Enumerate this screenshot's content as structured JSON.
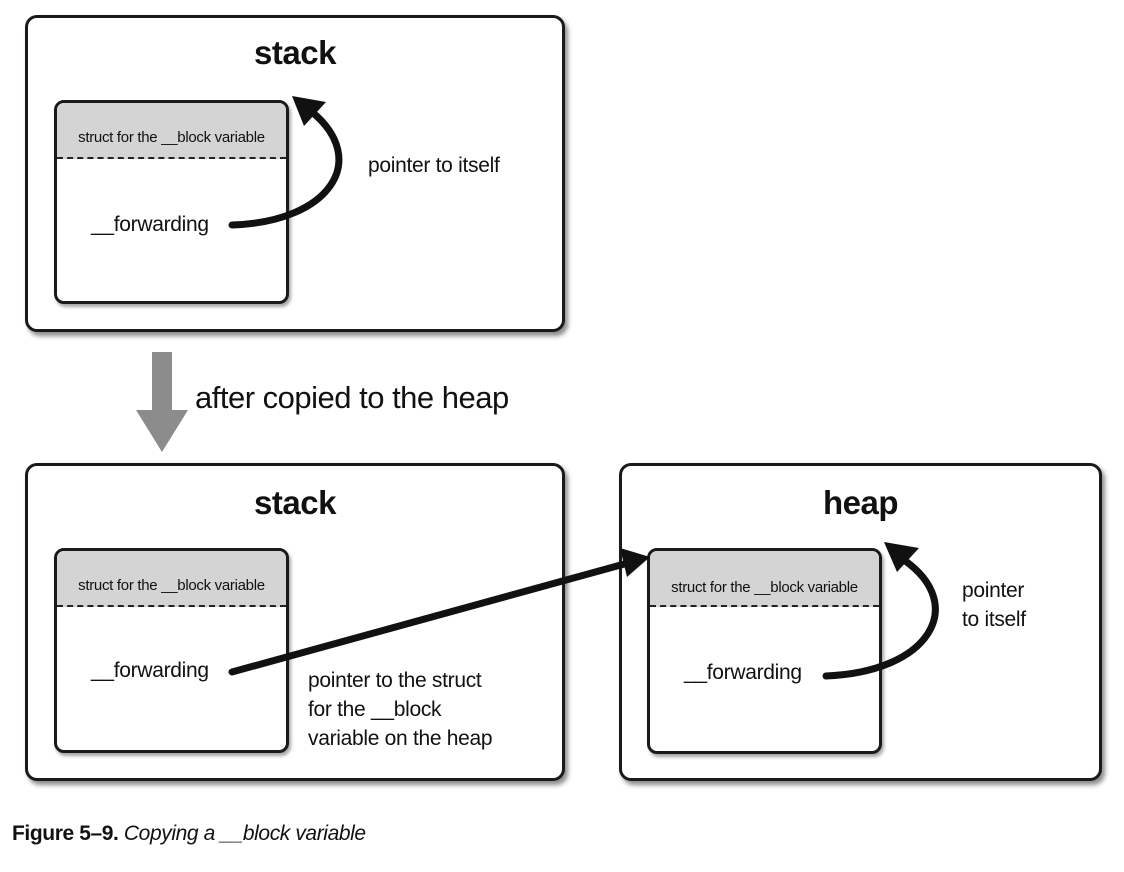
{
  "top_panel": {
    "title": "stack",
    "struct_header": "struct for the __block variable",
    "field": "__forwarding",
    "note": "pointer to itself"
  },
  "transition_label": "after copied to the heap",
  "bottom_stack_panel": {
    "title": "stack",
    "struct_header": "struct for the __block variable",
    "field": "__forwarding",
    "note_lines": [
      "pointer to the struct",
      "for the __block",
      "variable on the heap"
    ]
  },
  "heap_panel": {
    "title": "heap",
    "struct_header": "struct for the __block variable",
    "field": "__forwarding",
    "note_lines": [
      "pointer",
      "to itself"
    ]
  },
  "caption": {
    "number": "Figure 5–9.",
    "text": "Copying a __block variable"
  },
  "colors": {
    "struct_header_fill": "#d4d4d4",
    "arrow": "#111111",
    "transition_arrow": "#8c8c8c"
  }
}
